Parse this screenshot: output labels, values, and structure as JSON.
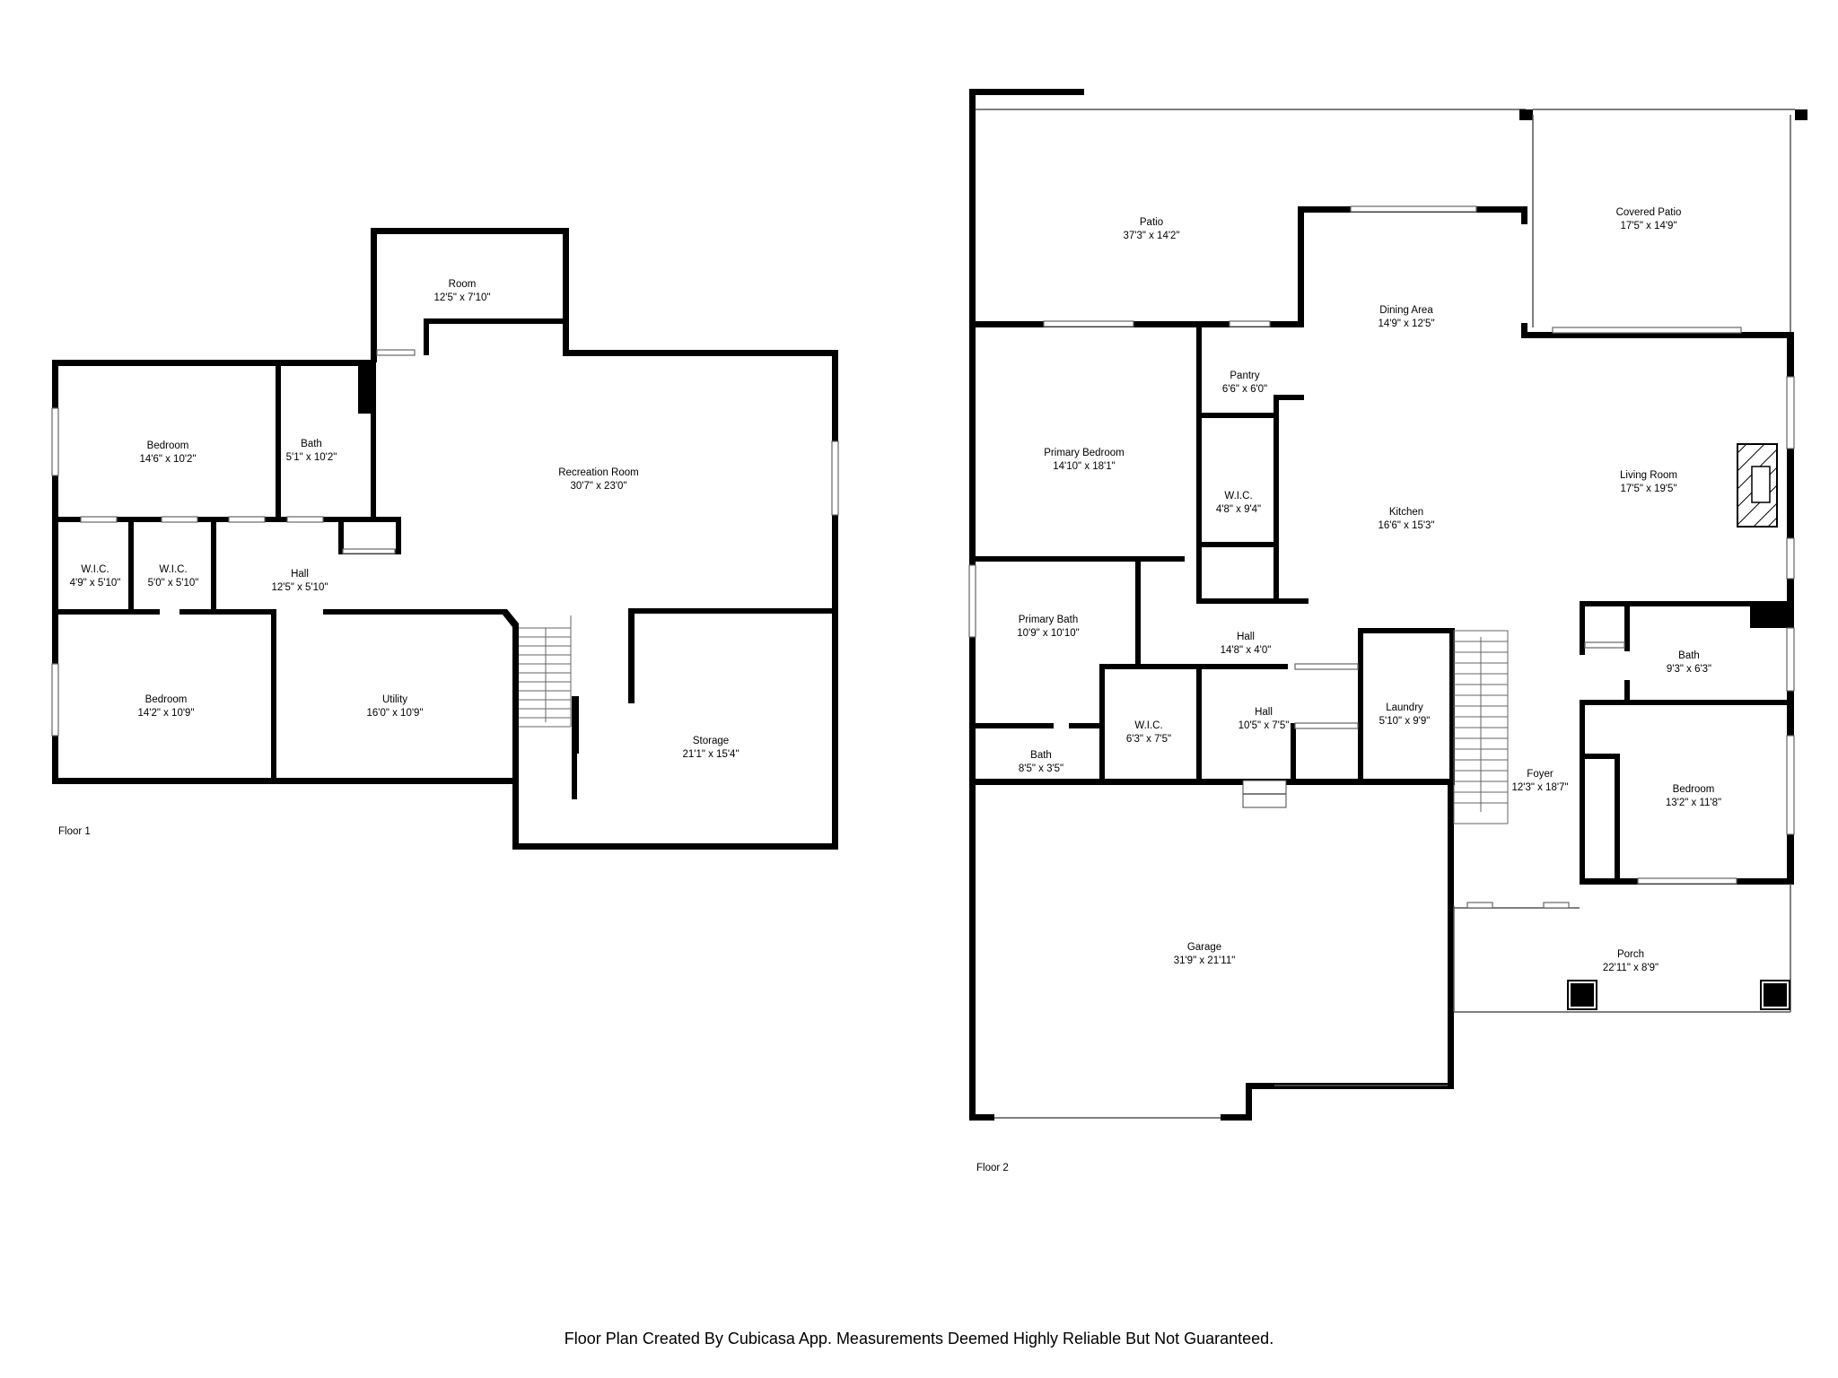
{
  "floor1": {
    "label": "Floor 1",
    "rooms": [
      {
        "name": "Room",
        "dims": "12'5\" x 7'10\""
      },
      {
        "name": "Bedroom",
        "dims": "14'6\" x 10'2\""
      },
      {
        "name": "Bath",
        "dims": "5'1\" x 10'2\""
      },
      {
        "name": "Recreation Room",
        "dims": "30'7\" x 23'0\""
      },
      {
        "name": "W.I.C.",
        "dims": "4'9\" x 5'10\""
      },
      {
        "name": "W.I.C.",
        "dims": "5'0\" x 5'10\""
      },
      {
        "name": "Hall",
        "dims": "12'5\" x 5'10\""
      },
      {
        "name": "Bedroom",
        "dims": "14'2\" x 10'9\""
      },
      {
        "name": "Utility",
        "dims": "16'0\" x 10'9\""
      },
      {
        "name": "Storage",
        "dims": "21'1\" x 15'4\""
      }
    ]
  },
  "floor2": {
    "label": "Floor 2",
    "rooms": [
      {
        "name": "Patio",
        "dims": "37'3\" x 14'2\""
      },
      {
        "name": "Covered Patio",
        "dims": "17'5\" x 14'9\""
      },
      {
        "name": "Dining Area",
        "dims": "14'9\" x 12'5\""
      },
      {
        "name": "Pantry",
        "dims": "6'6\" x 6'0\""
      },
      {
        "name": "Primary Bedroom",
        "dims": "14'10\" x 18'1\""
      },
      {
        "name": "W.I.C.",
        "dims": "4'8\" x 9'4\""
      },
      {
        "name": "Kitchen",
        "dims": "16'6\" x 15'3\""
      },
      {
        "name": "Living Room",
        "dims": "17'5\" x 19'5\""
      },
      {
        "name": "Primary Bath",
        "dims": "10'9\" x 10'10\""
      },
      {
        "name": "Hall",
        "dims": "14'8\" x 4'0\""
      },
      {
        "name": "Bath",
        "dims": "9'3\" x 6'3\""
      },
      {
        "name": "W.I.C.",
        "dims": "6'3\" x 7'5\""
      },
      {
        "name": "Hall",
        "dims": "10'5\" x 7'5\""
      },
      {
        "name": "Laundry",
        "dims": "5'10\" x 9'9\""
      },
      {
        "name": "Bath",
        "dims": "8'5\" x 3'5\""
      },
      {
        "name": "Foyer",
        "dims": "12'3\" x 18'7\""
      },
      {
        "name": "Bedroom",
        "dims": "13'2\" x 11'8\""
      },
      {
        "name": "Garage",
        "dims": "31'9\" x 21'11\""
      },
      {
        "name": "Porch",
        "dims": "22'11\" x 8'9\""
      }
    ]
  },
  "disclaimer": "Floor Plan Created By Cubicasa App. Measurements Deemed Highly Reliable But Not Guaranteed."
}
